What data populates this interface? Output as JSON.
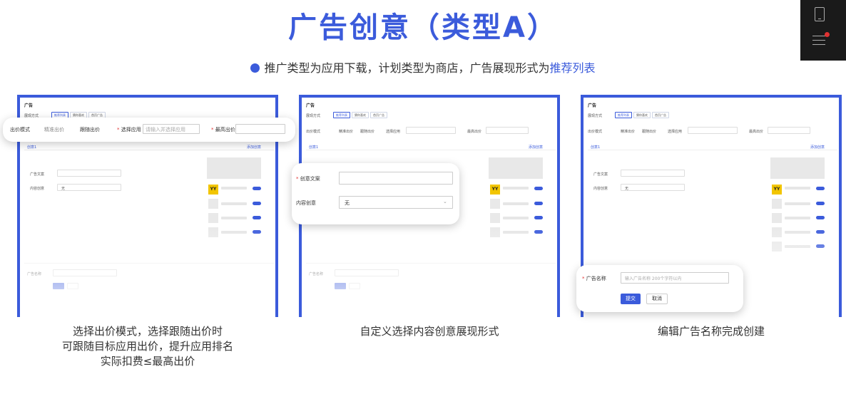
{
  "header": {
    "title": "广告创意（类型A）",
    "subtitle_prefix": "推广类型为应用下载，计划类型为商店，广告展现形式为",
    "subtitle_highlight": "推荐列表"
  },
  "colors": {
    "accent": "#3b5bdb",
    "required": "#e03131",
    "sponsor_logo": "#f2c500"
  },
  "icons": {
    "phone": "phone-icon",
    "menu": "menu-icon",
    "notification": "red-dot-icon"
  },
  "screen": {
    "page_title": "广告",
    "display_mode_label": "展现方式",
    "display_tabs": [
      "推荐列表",
      "猜你喜欢",
      "首页广告"
    ],
    "bid_mode_label": "出价模式",
    "bid_options": [
      "精准出价",
      "跟随出价"
    ],
    "select_app_label": "选择应用",
    "select_app_placeholder": "请输入并选择应用",
    "max_bid_label": "最高出价",
    "creative_tab": "创意1",
    "add_creative": "添加创意",
    "yy_label": "YY",
    "ad_title": "广告文案",
    "content_creative": "内容创意",
    "content_value": "无",
    "ad_name_label": "广告名称",
    "ad_name_placeholder": "输入广告名称 200个字符以内",
    "submit": "提交",
    "cancel": "取消"
  },
  "popups": {
    "bid": {
      "label": "出价模式",
      "options": [
        "精准出价",
        "跟随出价"
      ],
      "select_label": "选择应用",
      "select_placeholder": "请输入并选择应用",
      "max_label": "最高出价"
    },
    "creative": {
      "copy_label": "创意文案",
      "content_label": "内容创意",
      "content_value": "无"
    },
    "name": {
      "label": "广告名称",
      "placeholder": "输入广告名称 200个字符以内",
      "submit": "提交",
      "cancel": "取消"
    }
  },
  "captions": {
    "card1": [
      "选择出价模式，选择跟随出价时",
      "可跟随目标应用出价，提升应用排名",
      "实际扣费≤最高出价"
    ],
    "card2": [
      "自定义选择内容创意展现形式"
    ],
    "card3": [
      "编辑广告名称完成创建"
    ]
  }
}
